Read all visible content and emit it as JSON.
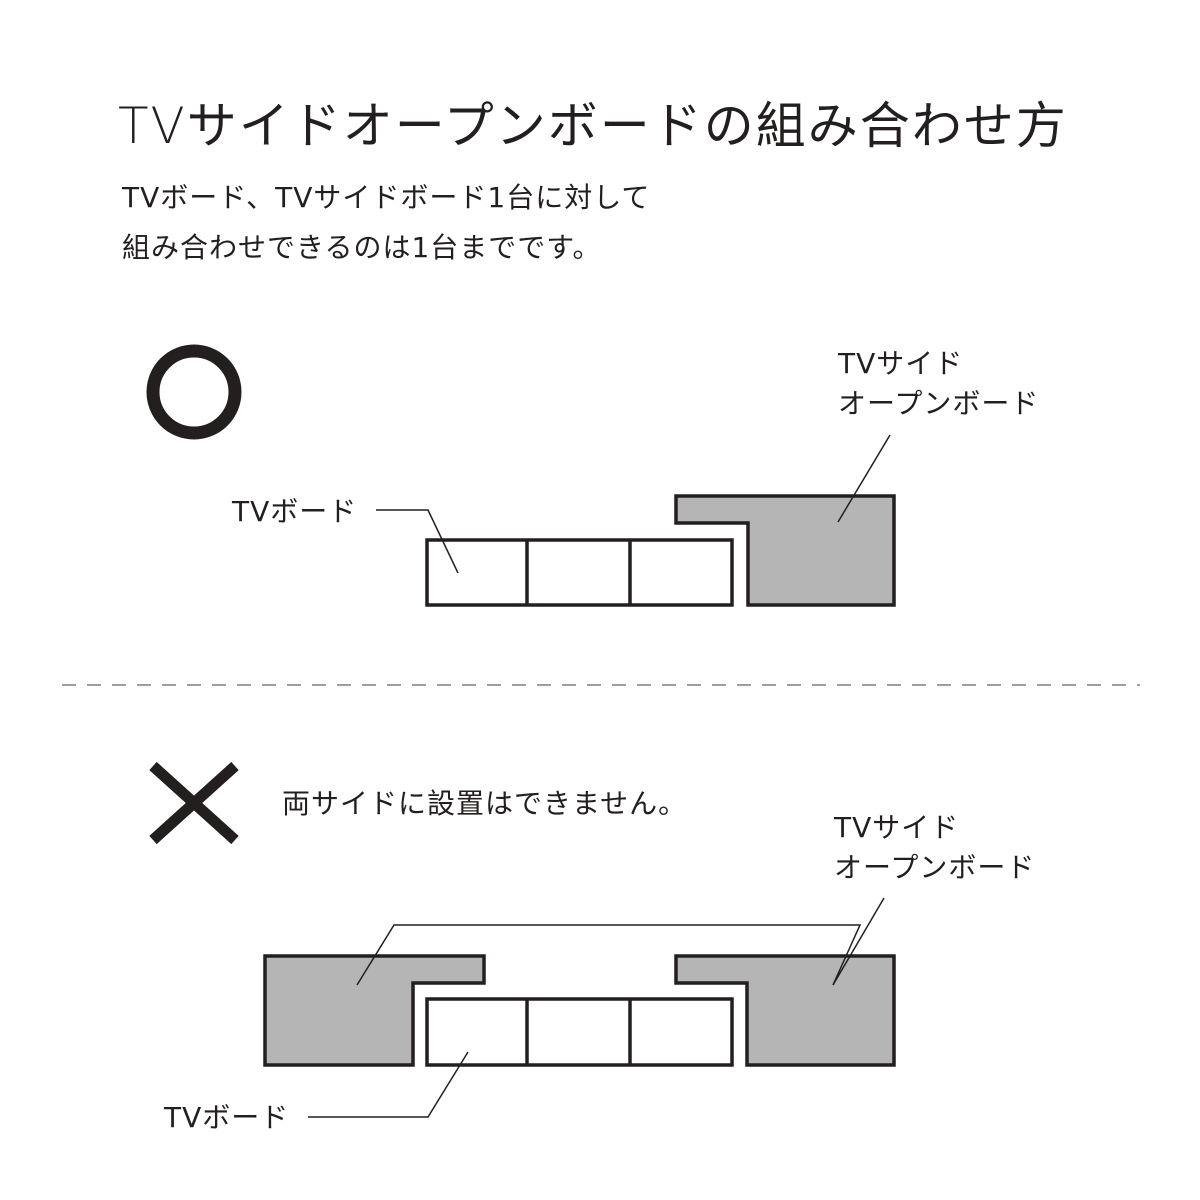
{
  "title": "TVサイドオープンボードの組み合わせ方",
  "subtitle": {
    "line1": "TVボード、TVサイドボード1台に対して",
    "line2": "組み合わせできるのは1台までです。"
  },
  "ok_section": {
    "mark_icon": "circle-icon",
    "side_board_label": {
      "line1": "TVサイド",
      "line2": "オープンボード"
    },
    "tv_board_label": "TVボード"
  },
  "ng_section": {
    "mark_icon": "cross-icon",
    "note": "両サイドに設置はできません。",
    "side_board_label": {
      "line1": "TVサイド",
      "line2": "オープンボード"
    },
    "tv_board_label": "TVボード"
  },
  "colors": {
    "text": "#231f1f",
    "stroke": "#231f1f",
    "side_board_fill": "#b5b5b5",
    "tv_board_fill": "#ffffff",
    "divider": "#9e9e9e"
  }
}
